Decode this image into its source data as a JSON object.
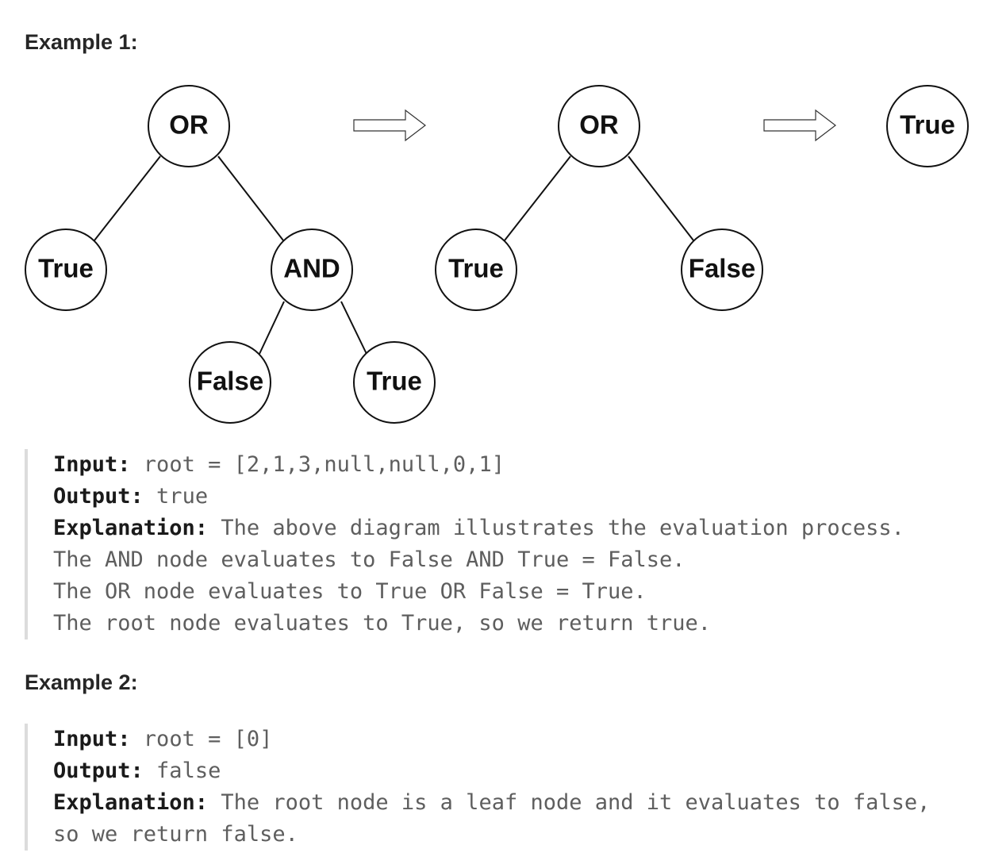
{
  "example1": {
    "heading": "Example 1:",
    "diagram": {
      "tree1": {
        "root": "OR",
        "left": "True",
        "right": "AND",
        "right_left": "False",
        "right_right": "True"
      },
      "tree2": {
        "root": "OR",
        "left": "True",
        "right": "False"
      },
      "tree3": {
        "root": "True"
      },
      "arrow_icon": "right-arrow-icon"
    },
    "input_label": "Input:",
    "input_value": " root = [2,1,3,null,null,0,1]",
    "output_label": "Output:",
    "output_value": " true",
    "explanation_label": "Explanation:",
    "explanation_lines": [
      " The above diagram illustrates the evaluation process.",
      "The AND node evaluates to False AND True = False.",
      "The OR node evaluates to True OR False = True.",
      "The root node evaluates to True, so we return true."
    ]
  },
  "example2": {
    "heading": "Example 2:",
    "input_label": "Input:",
    "input_value": " root = [0]",
    "output_label": "Output:",
    "output_value": " false",
    "explanation_label": "Explanation:",
    "explanation_lines": [
      " The root node is a leaf node and it evaluates to false,",
      "so we return false."
    ]
  },
  "colors": {
    "heading_text": "#262626",
    "label_text": "#1a1a1a",
    "value_text": "#5e5e5e",
    "block_border": "#dcdcdc",
    "node_stroke": "#111111"
  }
}
